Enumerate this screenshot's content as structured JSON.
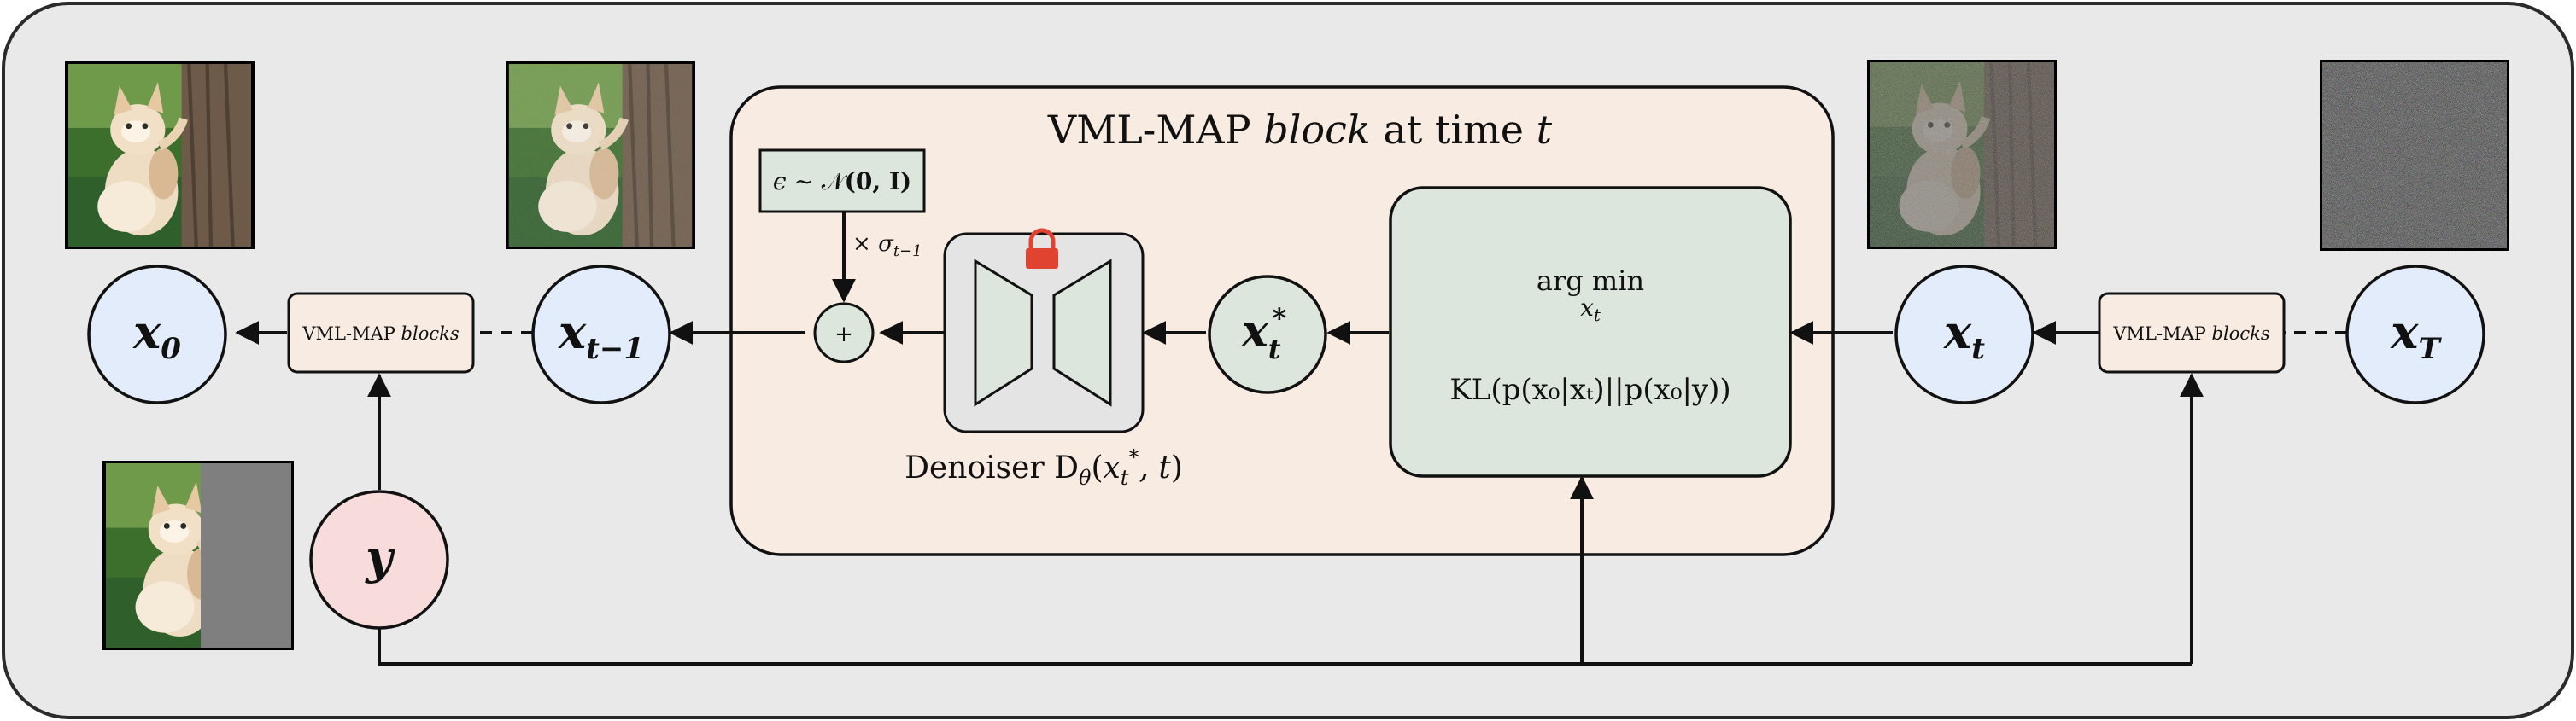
{
  "colors": {
    "background": "#e9e9e9",
    "outer_stroke": "#2b2b2b",
    "block_fill": "#f8ece2",
    "green_fill": "#dce6dc",
    "blue_fill": "#e2ecfa",
    "pink_fill": "#f8dcdc",
    "lock": "#e0432f",
    "denoiser_fill": "#e4e4e4"
  },
  "nodes": {
    "x0": {
      "base": "x",
      "sub": "0"
    },
    "xt_minus_1": {
      "base": "x",
      "sub": "t−1"
    },
    "xt_star": {
      "base": "x",
      "sub": "t",
      "sup": "*"
    },
    "xt": {
      "base": "x",
      "sub": "t"
    },
    "xT": {
      "base": "x",
      "sub": "T"
    },
    "y": {
      "base": "y"
    }
  },
  "small_blocks": {
    "left": {
      "prefix": "VML-MAP ",
      "italic": "blocks"
    },
    "right": {
      "prefix": "VML-MAP ",
      "italic": "blocks"
    }
  },
  "main_block": {
    "title_prefix": "VML-MAP ",
    "title_italic": "block",
    "title_mid": " at time ",
    "title_var": "t"
  },
  "noise_box": {
    "eps": "ϵ",
    "sim": " ∼ ",
    "cal_n": "𝒩",
    "args": "(𝟎, 𝐈)"
  },
  "sigma_label": {
    "times": "× ",
    "sigma": "σ",
    "sub": "t−1"
  },
  "plus_symbol": "+",
  "denoiser_label": {
    "prefix": "Denoiser D",
    "theta": "θ",
    "args_open": "(",
    "x": "x",
    "x_sub": "t",
    "x_sup": "*",
    "comma_t": ", t",
    "args_close": ")"
  },
  "argmin": {
    "op": "arg min",
    "var": "x",
    "var_sub": "t",
    "kl": "KL(p(x₀|xₜ)||p(x₀|y))"
  },
  "images": {
    "clean": "clean cat photo",
    "slightly_noisy": "slightly noisy cat photo",
    "noisy": "noisy cat photo",
    "pure_noise": "pure noise",
    "masked": "cat photo with masked right half"
  }
}
